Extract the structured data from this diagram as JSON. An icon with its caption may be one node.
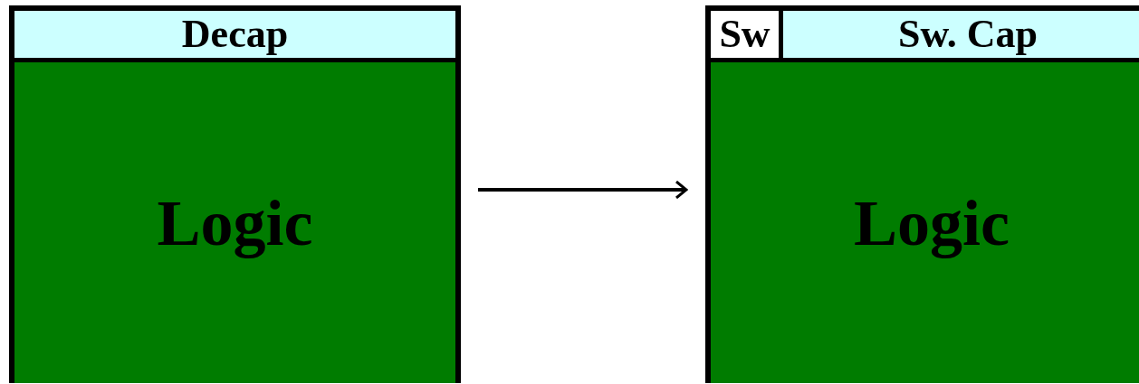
{
  "diagram": {
    "nodes": [
      {
        "text": [],
        "shape": "box"
      },
      {
        "text": [
          "Decap"
        ],
        "in": 0
      },
      {
        "text": [
          "Logic"
        ],
        "in": 0
      },
      {
        "text": [],
        "shape": "box"
      },
      {
        "text": [
          "Sw"
        ],
        "in": 3
      },
      {
        "text": [
          "Sw. Cap"
        ],
        "in": 3
      },
      {
        "text": [
          "Logic"
        ],
        "in": 3
      }
    ],
    "edges": [
      {
        "from": 0,
        "to": 3,
        "arrow": "to"
      }
    ]
  }
}
